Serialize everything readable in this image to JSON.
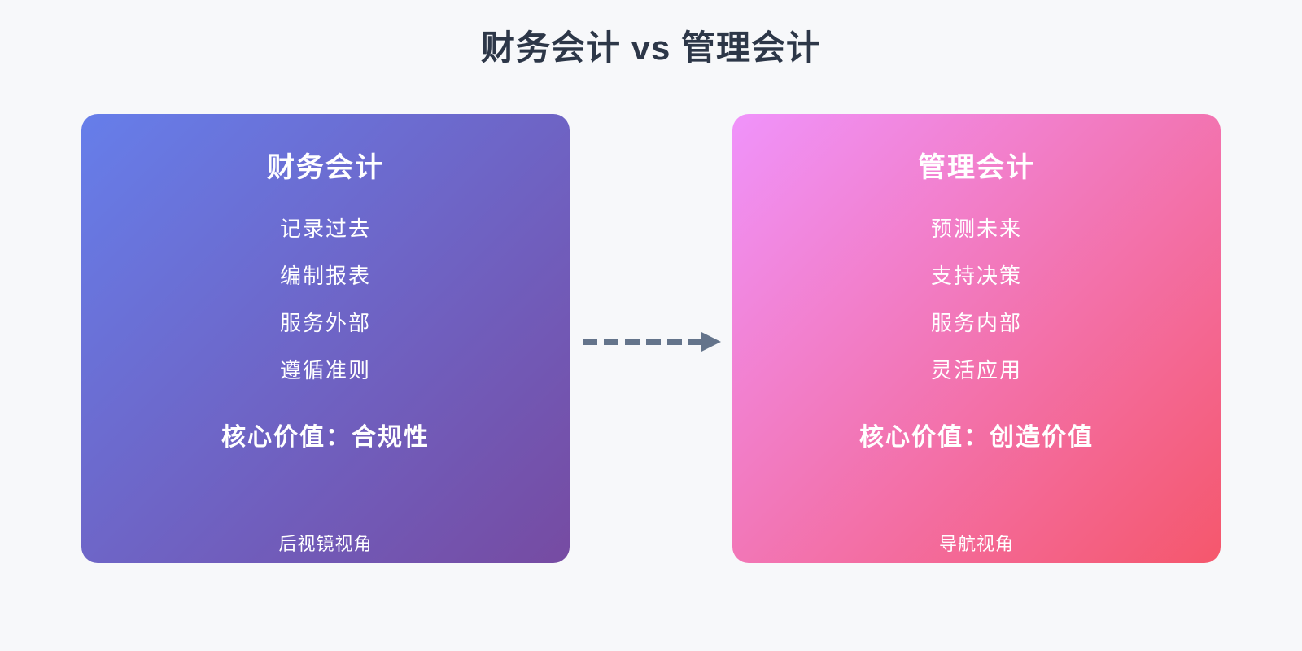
{
  "title": "财务会计 vs 管理会计",
  "colors": {
    "background": "#f7f8fa",
    "title_text": "#2d3748",
    "card_text": "#ffffff",
    "arrow": "#64748b",
    "financial_gradient_from": "#667eea",
    "financial_gradient_to": "#764ba2",
    "managerial_gradient_from": "#f093fb",
    "managerial_gradient_to": "#f5576c"
  },
  "financial_card": {
    "title": "财务会计",
    "items": [
      "记录过去",
      "编制报表",
      "服务外部",
      "遵循准则"
    ],
    "core_value": "核心价值：合规性",
    "perspective": "后视镜视角"
  },
  "managerial_card": {
    "title": "管理会计",
    "items": [
      "预测未来",
      "支持决策",
      "服务内部",
      "灵活应用"
    ],
    "core_value": "核心价值：创造价值",
    "perspective": "导航视角"
  },
  "arrow": {
    "icon": "dashed-right-arrow"
  }
}
